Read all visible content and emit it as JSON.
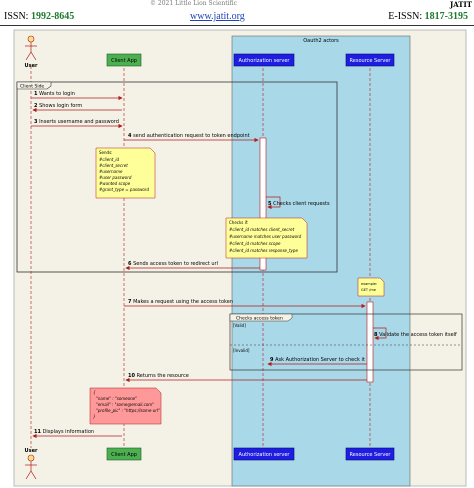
{
  "header": {
    "top_text": "© 2021 Little Lion Scientific",
    "jatit": "JATIT",
    "issn_label": "ISSN:",
    "issn_value": "1992-8645",
    "site": "www.jatit.org",
    "eissn_label": "E-ISSN:",
    "eissn_value": "1817-3195"
  },
  "diagram": {
    "group_label": "Oauth2 actors",
    "participants": [
      "User",
      "Client App",
      "Authorization server",
      "Resource Server"
    ],
    "client_side_label": "Client Side",
    "checks_label": "Checks access token",
    "alt_valid": "[Valid]",
    "alt_invalid": "[Invalid]",
    "messages": [
      {
        "num": "1",
        "text": "Wants to login"
      },
      {
        "num": "2",
        "text": "Shows login form"
      },
      {
        "num": "3",
        "text": "Inserts username and password"
      },
      {
        "num": "4",
        "text": "send authentication request to token endpoint"
      },
      {
        "num": "5",
        "text": "Checks client requests"
      },
      {
        "num": "6",
        "text": "Sends access  token to redirect  url"
      },
      {
        "num": "7",
        "text": "Makes a request using the access  token"
      },
      {
        "num": "8",
        "text": "Validate the access token itself"
      },
      {
        "num": "9",
        "text": "Ask Authorization Server to check it"
      },
      {
        "num": "10",
        "text": "Returns the resource"
      },
      {
        "num": "11",
        "text": "Displays information"
      }
    ],
    "note_sends": [
      "Sends:",
      "#client_id",
      "#client_secret",
      "#username",
      "#user password",
      "#wanted scope",
      "#grant_type = password"
    ],
    "note_checks": [
      "Checks if:",
      "#client_id matches client_secret",
      "#username matches user password",
      "#client_id matches scope",
      "#client_id matches response_type"
    ],
    "note_small": [
      "example:",
      "GET /me"
    ],
    "note_resource": [
      "{",
      "\"name\" : \"someone\"",
      "\"email\" : \"some@email.com\"",
      "\"profile_pic\" : \"https://some-url\"",
      "}"
    ]
  },
  "colors": {
    "group_bg": "#a9d8e8",
    "client_app": "#4caf50",
    "server_box": "#1e1ee0",
    "note_yellow": "#ffff99",
    "note_red": "#ff9999",
    "frame_bg": "#f4f1e6"
  }
}
